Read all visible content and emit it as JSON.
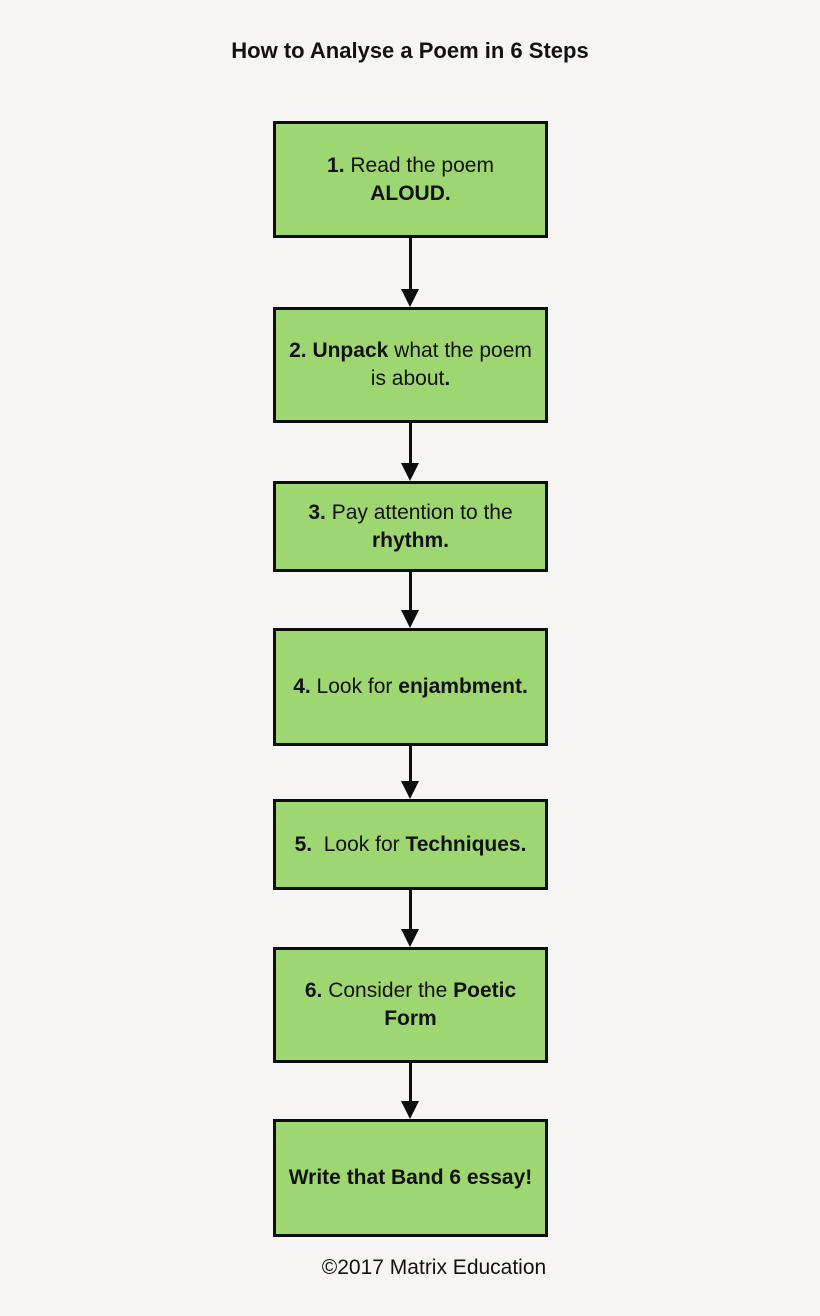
{
  "page": {
    "title": "How to Analyse a Poem in 6 Steps",
    "footer": "©2017 Matrix Education",
    "colors": {
      "background": "#f6f5f4",
      "box_fill": "#9ed672",
      "box_border": "#0d0d0d",
      "arrow": "#0d0d0d",
      "text": "#121212"
    }
  },
  "flowchart": {
    "steps": [
      {
        "id": "step-1",
        "segments": [
          {
            "text": "1.",
            "bold": true
          },
          {
            "text": " Read the poem\n",
            "bold": false
          },
          {
            "text": "ALOUD.",
            "bold": true
          }
        ]
      },
      {
        "id": "step-2",
        "segments": [
          {
            "text": "2. Unpack",
            "bold": true
          },
          {
            "text": " what the poem\nis about",
            "bold": false
          },
          {
            "text": ".",
            "bold": true
          }
        ]
      },
      {
        "id": "step-3",
        "segments": [
          {
            "text": "3.",
            "bold": true
          },
          {
            "text": " Pay attention to the\n",
            "bold": false
          },
          {
            "text": "rhythm.",
            "bold": true
          }
        ]
      },
      {
        "id": "step-4",
        "segments": [
          {
            "text": "4.",
            "bold": true
          },
          {
            "text": " Look for ",
            "bold": false
          },
          {
            "text": "enjambment.",
            "bold": true
          }
        ]
      },
      {
        "id": "step-5",
        "segments": [
          {
            "text": "5.",
            "bold": true
          },
          {
            "text": "  Look for ",
            "bold": false
          },
          {
            "text": "Techniques.",
            "bold": true
          }
        ]
      },
      {
        "id": "step-6",
        "segments": [
          {
            "text": "6.",
            "bold": true
          },
          {
            "text": " Consider the ",
            "bold": false
          },
          {
            "text": "Poetic\nForm",
            "bold": true
          }
        ]
      },
      {
        "id": "step-7",
        "segments": [
          {
            "text": "Write that Band 6 essay!",
            "bold": true
          }
        ]
      }
    ]
  }
}
